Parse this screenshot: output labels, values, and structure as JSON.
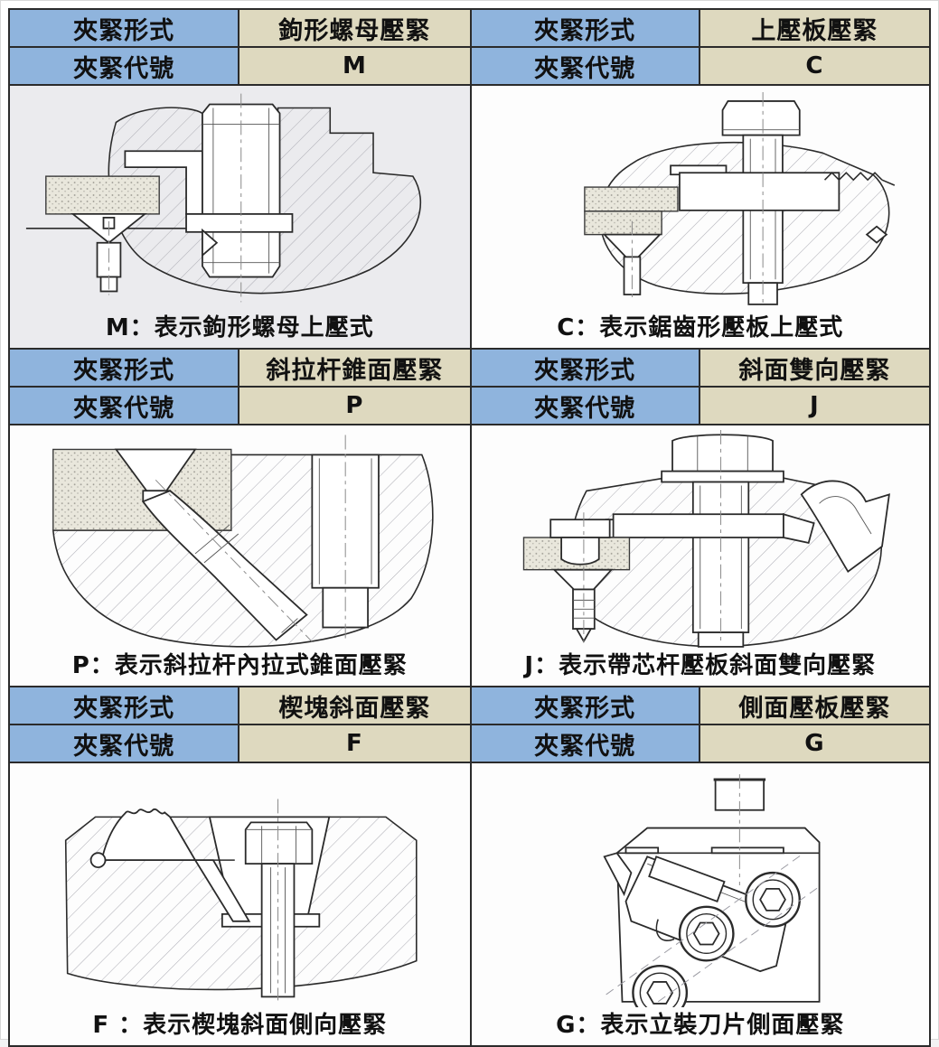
{
  "colors": {
    "header_blue": "#8fb4dd",
    "header_beige": "#ded9bf",
    "border": "#2b2b2b"
  },
  "labels": {
    "form": "夾緊形式",
    "code": "夾緊代號"
  },
  "panels": [
    {
      "id": "M",
      "form_value": "鉤形螺母壓緊",
      "code_value": "M",
      "caption": "M：表示鉤形螺母上壓式"
    },
    {
      "id": "C",
      "form_value": "上壓板壓緊",
      "code_value": "C",
      "caption": "C：表示鋸齒形壓板上壓式"
    },
    {
      "id": "P",
      "form_value": "斜拉杆錐面壓緊",
      "code_value": "P",
      "caption": "P：表示斜拉杆內拉式錐面壓緊"
    },
    {
      "id": "J",
      "form_value": "斜面雙向壓緊",
      "code_value": "J",
      "caption": "J：表示帶芯杆壓板斜面雙向壓緊"
    },
    {
      "id": "F",
      "form_value": "楔塊斜面壓緊",
      "code_value": "F",
      "caption": "F ：表示楔塊斜面側向壓緊"
    },
    {
      "id": "G",
      "form_value": "側面壓板壓緊",
      "code_value": "G",
      "caption": "G：表示立裝刀片側面壓緊"
    }
  ]
}
